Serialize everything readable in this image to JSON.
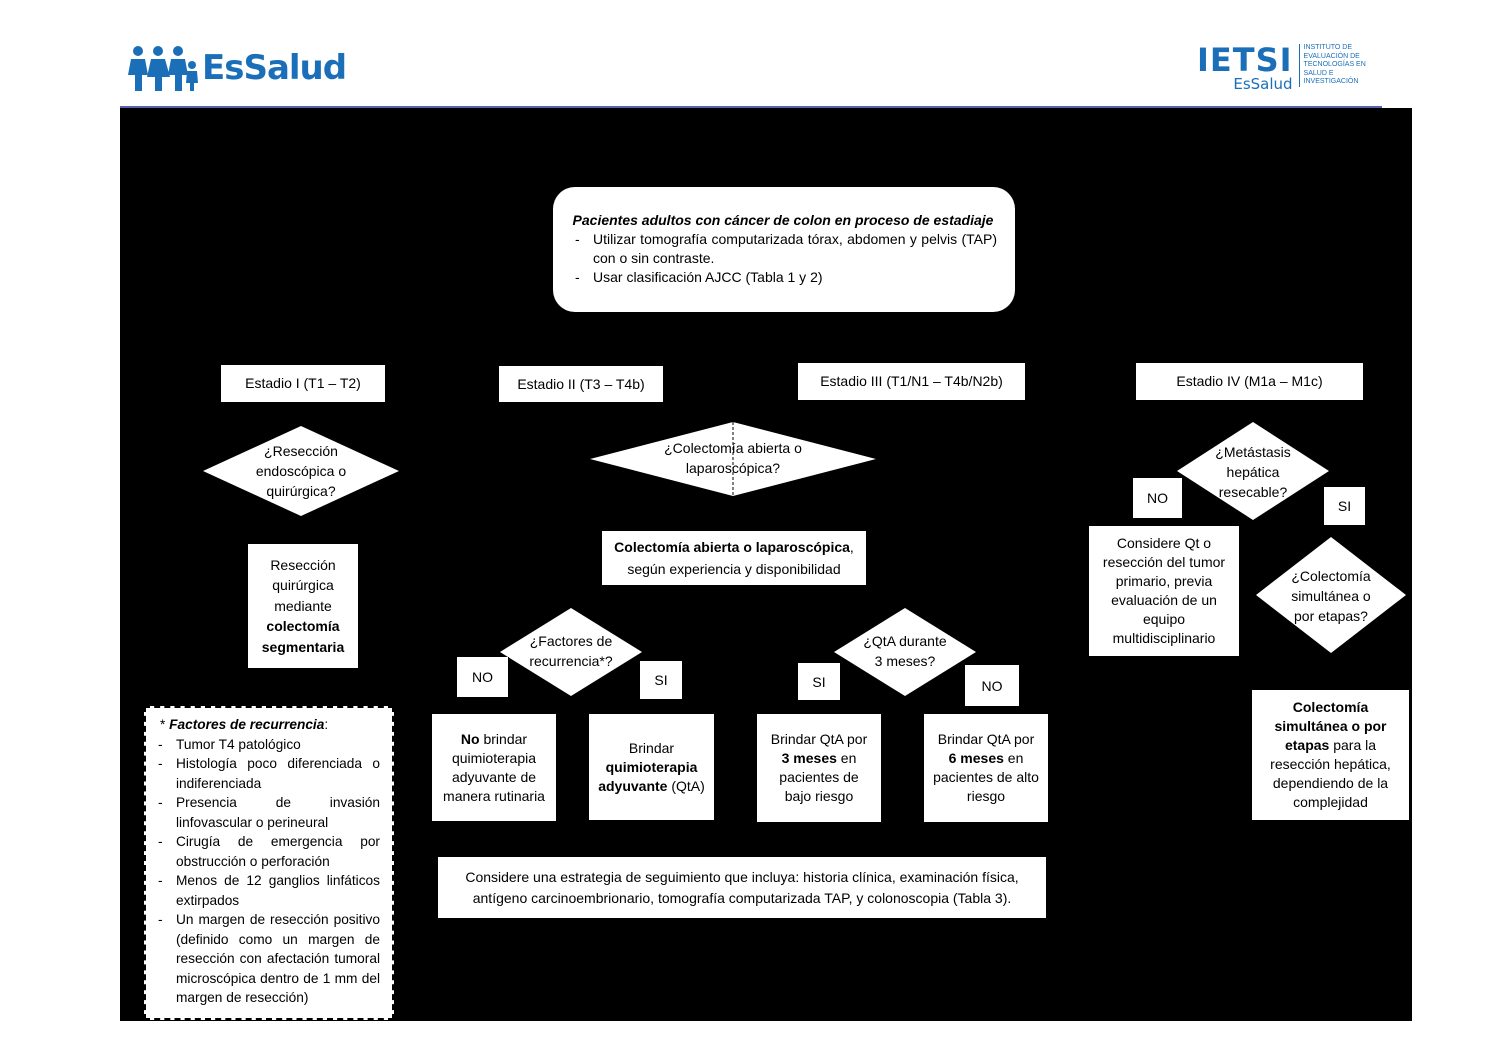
{
  "header": {
    "logo_essalud": "EsSalud",
    "logo_ietsi": "IETSI",
    "logo_ietsi_sub": "EsSalud",
    "logo_ietsi_desc": [
      "Instituto de",
      "Evaluación de",
      "Tecnologías en",
      "Salud e",
      "Investigación"
    ]
  },
  "colors": {
    "brand_blue": "#1a6fb8",
    "rule_line": "#5a62b0",
    "background": "#000000"
  },
  "top_box": {
    "title": "Pacientes adultos con cáncer de colon en proceso de estadiaje",
    "items": [
      "Utilizar tomografía computarizada tórax, abdomen y pelvis (TAP) con o sin contraste.",
      "Usar clasificación AJCC (Tabla 1 y 2)"
    ]
  },
  "stages": {
    "s1": "Estadio I (T1 – T2)",
    "s2": "Estadio II (T3 – T4b)",
    "s3": "Estadio III (T1/N1 – T4b/N2b)",
    "s4": "Estadio IV (M1a – M1c)"
  },
  "decisions": {
    "d1": [
      "¿Resección",
      "endoscópica o",
      "quirúrgica?"
    ],
    "d2": [
      "¿Colectomía abierta o",
      "laparoscópica?"
    ],
    "d3": [
      "¿Factores de",
      "recurrencia*?"
    ],
    "d4": [
      "¿QtA durante",
      "3 meses?"
    ],
    "d5": [
      "¿Metástasis",
      "hepática",
      "resecable?"
    ],
    "d6": [
      "¿Colectomía",
      "simultánea o",
      "por etapas?"
    ]
  },
  "labels": {
    "no": "NO",
    "si": "SI"
  },
  "boxes": {
    "stage1_result": {
      "pre": "Resección quirúrgica mediante ",
      "bold": "colectomía segmentaria"
    },
    "colectomia": {
      "bold": "Colectomía abierta o laparoscópica",
      "rest": ", según experiencia y disponibilidad"
    },
    "no_qt": {
      "bold": "No",
      "rest": " brindar quimioterapia adyuvante de manera rutinaria"
    },
    "qt": {
      "pre": "Brindar ",
      "bold": "quimioterapia adyuvante",
      "post": " (QtA)"
    },
    "qta3": {
      "pre": "Brindar QtA por ",
      "bold": "3 meses",
      "post": " en pacientes de bajo riesgo"
    },
    "qta6": {
      "pre": "Brindar QtA por ",
      "bold": "6 meses",
      "post": " en pacientes de alto riesgo"
    },
    "qt_primary": "Considere Qt o resección del tumor primario, previa evaluación de un equipo multidisciplinario",
    "simultanea": {
      "bold": "Colectomía simultánea o por etapas",
      "rest": " para la resección hepática, dependiendo de la complejidad"
    },
    "follow_up": "Considere una estrategia de seguimiento que incluya: historia clínica, examinación física, antígeno carcinoembrionario, tomografía computarizada TAP, y colonoscopia (Tabla 3)."
  },
  "risk_factors": {
    "star": "* ",
    "title": "Factores de recurrencia",
    "colon": ":",
    "items": [
      "Tumor T4 patológico",
      "Histología poco diferenciada o indiferenciada",
      "Presencia de invasión linfovascular o perineural",
      "Cirugía de emergencia por obstrucción o perforación",
      "Menos de 12 ganglios linfáticos extirpados",
      "Un margen de resección positivo (definido como un margen de resección con afectación tumoral microscópica dentro de 1 mm del margen de resección)"
    ]
  }
}
